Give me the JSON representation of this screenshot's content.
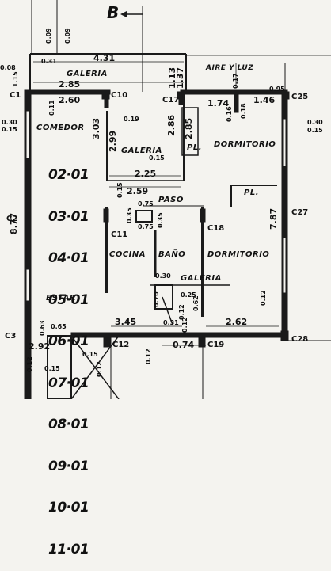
{
  "section_mark": "B",
  "rooms": {
    "galeria_top": "GALERIA",
    "comedor": "COMEDOR",
    "galeria_mid": "GALERIA",
    "pl_mid": "PL.",
    "dormitorio_top": "DORMITORIO",
    "pl_right": "PL.",
    "paso": "PASO",
    "cocina": "COCINA",
    "bano": "BAÑO",
    "dormitorio_bottom": "DORMITORIO",
    "galeria_bottom": "GALERIA",
    "estar": "ESTAR",
    "aire_luz": "AIRE Y LUZ"
  },
  "units_list": [
    "02·01",
    "03·01",
    "04·01",
    "05·01",
    "06·01",
    "07·01",
    "08·01",
    "09·01",
    "10·01",
    "11·01"
  ],
  "columns": {
    "c1": "C1",
    "c10": "C10",
    "c17": "C17",
    "c25": "C25",
    "c2": "C2",
    "c27": "C27",
    "c11": "C11",
    "c18": "C18",
    "c3": "C3",
    "c12": "C12",
    "c19": "C19",
    "c28": "C28"
  },
  "dimensions": {
    "d431": "4.31",
    "d285": "2.85",
    "d260": "2.60",
    "d174": "1.74",
    "d146": "1.46",
    "d225": "2.25",
    "d259": "2.59",
    "d345": "3.45",
    "d262": "2.62",
    "d074": "0.74",
    "d303": "3.03",
    "d299": "2.99",
    "d286": "2.86",
    "d285v": "2.85",
    "d877": "8.77",
    "d787": "7.87",
    "d113": "1.13",
    "d137": "1.37",
    "d095": "0.95",
    "d019": "0.19",
    "d015a": "0.15",
    "d030": "0.30",
    "d015b": "0.15",
    "d015c": "0.15",
    "d075a": "0.75",
    "d075b": "0.75",
    "d035": "0.35",
    "d035b": "0.35",
    "d030b": "0.30",
    "d025": "0.25",
    "d062": "0.62",
    "d031": "0.31",
    "d063": "0.63",
    "d065": "0.65",
    "d292": "2.92",
    "d012a": "0.12",
    "d012b": "0.12",
    "d012c": "0.12",
    "d012d": "0.12",
    "d012e": "0.12",
    "d070": "0.70",
    "d009": "0.09",
    "d008": "0.08",
    "d115": "1.15",
    "d009b": "0.09",
    "d030c": "0.30",
    "d015d": "0.15",
    "d011": "0.11",
    "d031b": "0.31",
    "d017": "0.17",
    "d016": "0.16",
    "d018": "0.18",
    "d015e": "0.15",
    "d012f": "0.12",
    "d015f": "0.15"
  },
  "colors": {
    "ink": "#151515",
    "paper": "#f4f3ef",
    "wall": "#1a1a1a"
  }
}
